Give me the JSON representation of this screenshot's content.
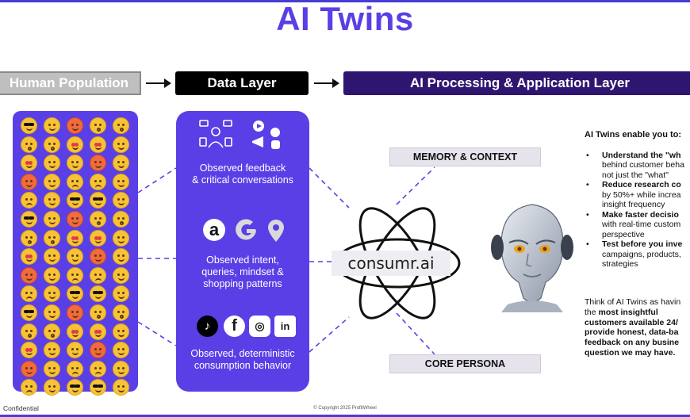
{
  "title": "AI Twins",
  "headers": {
    "human": "Human Population",
    "data": "Data Layer",
    "ai": "AI Processing & Application Layer"
  },
  "data_layer": {
    "item1": [
      "Observed feedback",
      "& critical conversations"
    ],
    "item2": [
      "Observed intent,",
      "queries, mindset &",
      "shopping patterns"
    ],
    "item3": [
      "Observed, deterministic",
      "consumption behavior"
    ]
  },
  "icons": {
    "row1": [
      "people-icon",
      "media-icon"
    ],
    "row2": [
      "amazon-icon",
      "google-icon",
      "maps-icon"
    ],
    "row3": [
      "tiktok-icon",
      "facebook-icon",
      "instagram-icon",
      "linkedin-icon"
    ]
  },
  "ai_layer": {
    "memory": "MEMORY & CONTEXT",
    "persona": "CORE PERSONA",
    "brand": "consumr.ai"
  },
  "right_column": {
    "heading": "AI Twins enable you to:",
    "bullets": [
      {
        "bold": "Understand the \"wh",
        "rest": [
          "behind customer beha",
          "not just the \"what\""
        ]
      },
      {
        "bold": "Reduce research co",
        "rest": [
          "by 50%+ while increa",
          "insight frequency"
        ]
      },
      {
        "bold": "Make faster decisio",
        "rest": [
          "with real-time custom",
          "perspective"
        ]
      },
      {
        "bold": "Test before you inve",
        "rest": [
          "campaigns, products,",
          "strategies"
        ]
      }
    ],
    "closing": {
      "line1": "Think of AI Twins as havin",
      "line2_pre": "the ",
      "line2_bold": "most insightful",
      "line3": "customers available 24/",
      "line4": "provide honest, data-ba",
      "line5": "feedback on any busine",
      "line6": "question we may have."
    }
  },
  "footer": {
    "left": "Confidential",
    "center": "© Copyright 2025 ProfitWheel"
  },
  "colors": {
    "accent": "#5a3fe6",
    "header_dark": "#2e1670",
    "box_gray": "#e6e3ec"
  }
}
